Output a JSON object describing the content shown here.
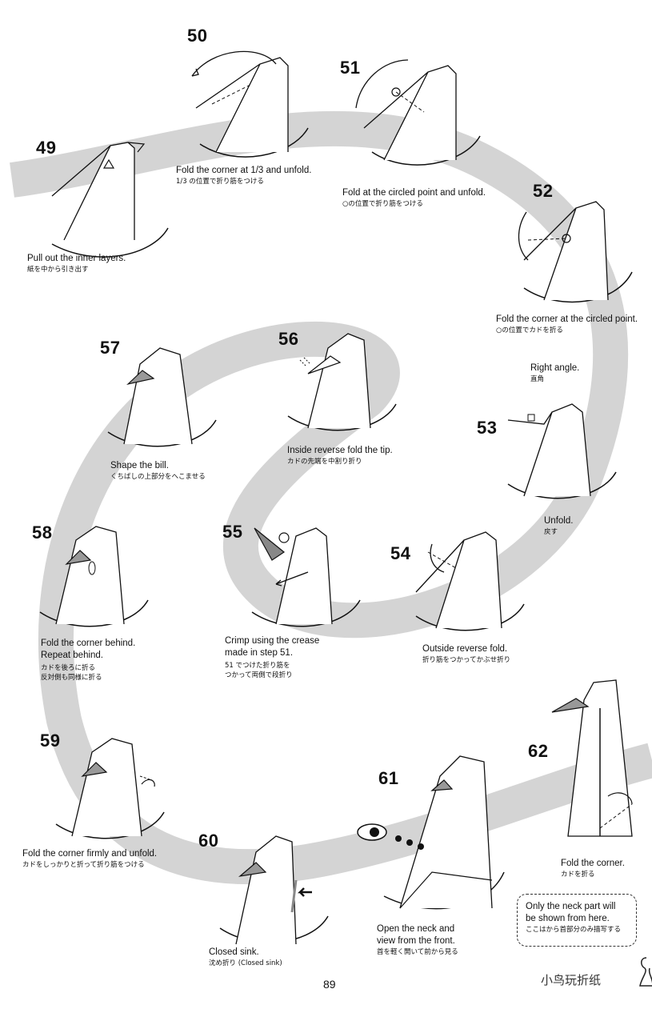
{
  "page_number": "89",
  "watermark": "小鸟玩折纸",
  "steps": [
    {
      "num": "49",
      "en": "Pull out the inner layers.",
      "jp": "紙を中から引き出す"
    },
    {
      "num": "50",
      "en": "Fold the corner at 1/3 and unfold.",
      "jp": "1/3 の位置で折り筋をつける"
    },
    {
      "num": "51",
      "en": "Fold at the circled point and unfold.",
      "jp": "○の位置で折り筋をつける"
    },
    {
      "num": "52",
      "en": "Fold the corner at the circled point.",
      "jp": "○の位置でカドを折る"
    },
    {
      "num": "53",
      "en": "Unfold.",
      "jp": "戻す",
      "note_en": "Right angle.",
      "note_jp": "直角"
    },
    {
      "num": "54",
      "en": "Outside reverse fold.",
      "jp": "折り筋をつかってかぶせ折り"
    },
    {
      "num": "55",
      "en": "Crimp using the crease",
      "en2": "made in step 51.",
      "jp": "51 でつけた折り筋を",
      "jp2": "つかって両側で段折り"
    },
    {
      "num": "56",
      "en": "Inside reverse fold the tip.",
      "jp": "カドの先端を中割り折り"
    },
    {
      "num": "57",
      "en": "Shape the bill.",
      "jp": "くちばしの上部分をへこませる"
    },
    {
      "num": "58",
      "en": "Fold the corner behind.",
      "en2": "Repeat behind.",
      "jp": "カドを後ろに折る",
      "jp2": "反対側も同様に折る"
    },
    {
      "num": "59",
      "en": "Fold the corner firmly and unfold.",
      "jp": "カドをしっかりと折って折り筋をつける"
    },
    {
      "num": "60",
      "en": "Closed sink.",
      "jp": "沈め折り (Closed sink)"
    },
    {
      "num": "61",
      "en": "Open the neck and",
      "en2": "view from the front.",
      "jp": "首を軽く開いて前から見る"
    },
    {
      "num": "62",
      "en": "Fold the corner.",
      "jp": "カドを折る"
    }
  ],
  "note": {
    "en": "Only the neck part will",
    "en2": "be shown from here.",
    "jp": "ここはから首部分のみ描写する"
  }
}
